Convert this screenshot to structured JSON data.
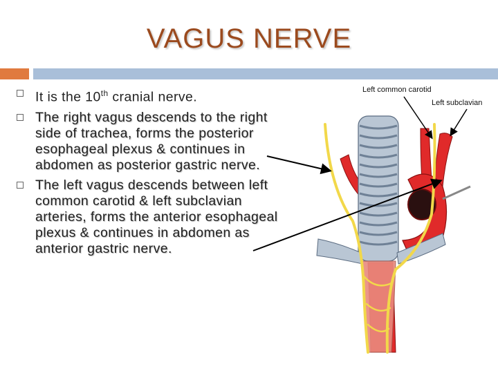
{
  "slide": {
    "title": "VAGUS NERVE",
    "bullets": [
      {
        "parts": [
          "It is the 10",
          "th",
          " cranial nerve."
        ]
      },
      {
        "parts": [
          "The right vagus descends to the right side of trachea, forms the posterior esophageal plexus & continues in abdomen as posterior gastric nerve."
        ]
      },
      {
        "parts": [
          "The left vagus descends between left common carotid & left subclavian arteries, forms the anterior esophageal plexus & continues in abdomen as anterior gastric nerve."
        ]
      }
    ]
  },
  "diagram": {
    "label_left_common_carotid": "Left common carotid",
    "label_left_subclavian": "Left subclavian"
  },
  "colors": {
    "title": "#9b4a1e",
    "accent_orange": "#e07a3f",
    "accent_blue": "#a9bfd9",
    "artery": "#e02a2a",
    "nerve": "#f2d84a",
    "trachea": "#b9c6d4"
  }
}
